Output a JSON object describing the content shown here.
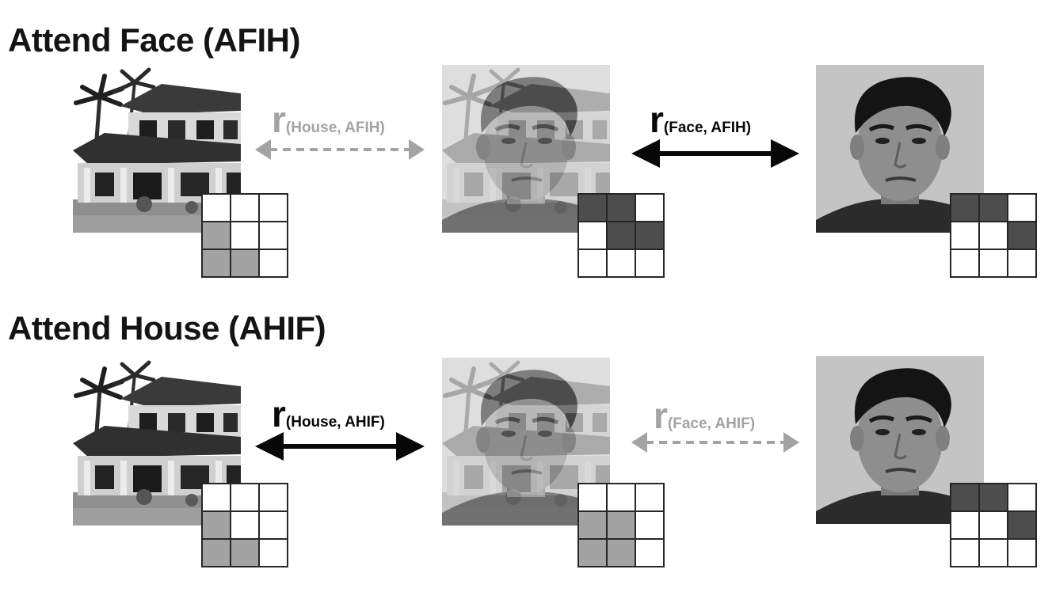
{
  "colors": {
    "dark_cell": "#4d4d4d",
    "light_cell": "#a3a3a3",
    "empty_cell": "#ffffff",
    "strong_arrow": "#080808",
    "weak_arrow": "#a3a3a3"
  },
  "rows": [
    {
      "title": "Attend Face (AFIH)",
      "house_pattern": {
        "grid": [
          [
            "empty",
            "empty",
            "empty"
          ],
          [
            "light",
            "empty",
            "empty"
          ],
          [
            "light",
            "light",
            "empty"
          ]
        ]
      },
      "blend_pattern": {
        "grid": [
          [
            "dark",
            "dark",
            "empty"
          ],
          [
            "empty",
            "dark",
            "dark"
          ],
          [
            "empty",
            "empty",
            "empty"
          ]
        ]
      },
      "face_pattern": {
        "grid": [
          [
            "dark",
            "dark",
            "empty"
          ],
          [
            "empty",
            "empty",
            "dark"
          ],
          [
            "empty",
            "empty",
            "empty"
          ]
        ]
      },
      "left_relation": {
        "r": "r",
        "sub": "(House, AFIH)",
        "strength": "weak"
      },
      "right_relation": {
        "r": "r",
        "sub": "(Face, AFIH)",
        "strength": "strong"
      }
    },
    {
      "title": "Attend House (AHIF)",
      "house_pattern": {
        "grid": [
          [
            "empty",
            "empty",
            "empty"
          ],
          [
            "light",
            "empty",
            "empty"
          ],
          [
            "light",
            "light",
            "empty"
          ]
        ]
      },
      "blend_pattern": {
        "grid": [
          [
            "empty",
            "empty",
            "empty"
          ],
          [
            "light",
            "light",
            "empty"
          ],
          [
            "light",
            "light",
            "empty"
          ]
        ]
      },
      "face_pattern": {
        "grid": [
          [
            "dark",
            "dark",
            "empty"
          ],
          [
            "empty",
            "empty",
            "dark"
          ],
          [
            "empty",
            "empty",
            "empty"
          ]
        ]
      },
      "left_relation": {
        "r": "r",
        "sub": "(House, AHIF)",
        "strength": "strong"
      },
      "right_relation": {
        "r": "r",
        "sub": "(Face, AHIF)",
        "strength": "weak"
      }
    }
  ]
}
